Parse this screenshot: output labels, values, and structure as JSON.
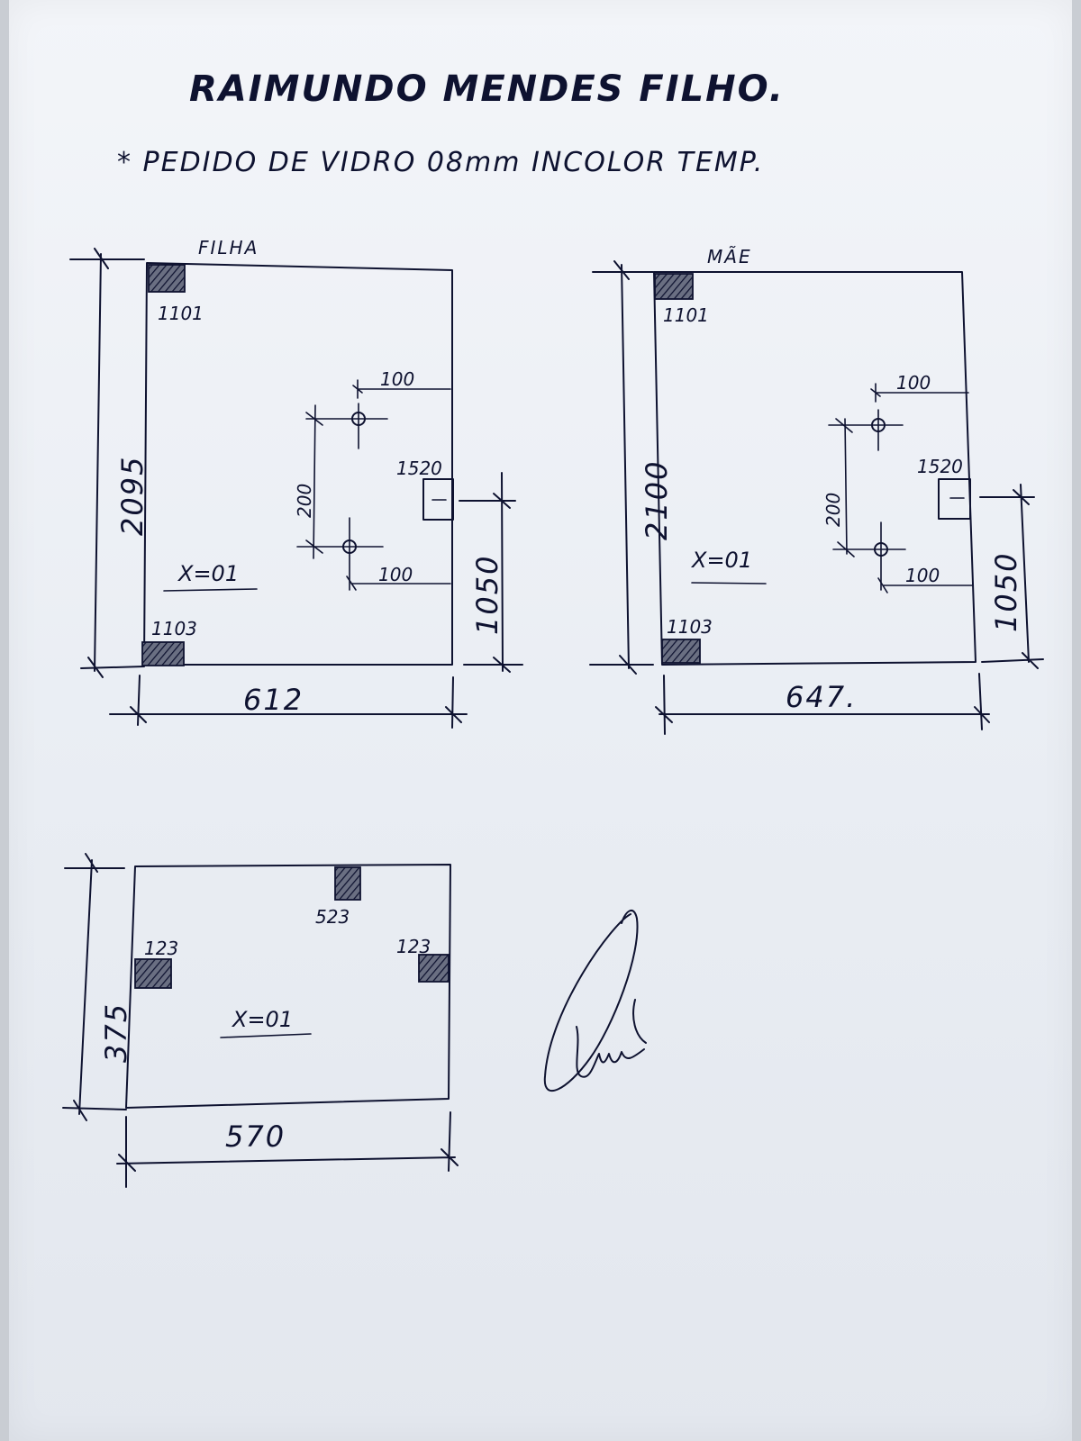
{
  "header": {
    "client_name": "RAIMUNDO MENDES FILHO.",
    "order_text": "* PEDIDO DE VIDRO 08mm INCOLOR TEMP."
  },
  "panels": {
    "filha": {
      "label": "FILHA",
      "height": "2095",
      "width": "612",
      "hinge_top": "1101",
      "hinge_bottom": "1103",
      "hole_offset_top": "100",
      "hole_spacing": "200",
      "hole_offset_bottom": "100",
      "handle": "1520",
      "handle_height": "1050",
      "quantity": "X=01"
    },
    "mae": {
      "label": "MÃE",
      "height": "2100",
      "width": "647.",
      "hinge_top": "1101",
      "hinge_bottom": "1103",
      "hole_offset_top": "100",
      "hole_spacing": "200",
      "hole_offset_bottom": "100",
      "handle": "1520",
      "handle_height": "1050",
      "quantity": "X=01"
    },
    "bottom": {
      "height": "375",
      "width": "570",
      "top_hardware": "523",
      "left_hardware": "123",
      "right_hardware": "123",
      "quantity": "X=01"
    }
  },
  "colors": {
    "ink": "#0e1230",
    "paper": "#eef1f6"
  }
}
